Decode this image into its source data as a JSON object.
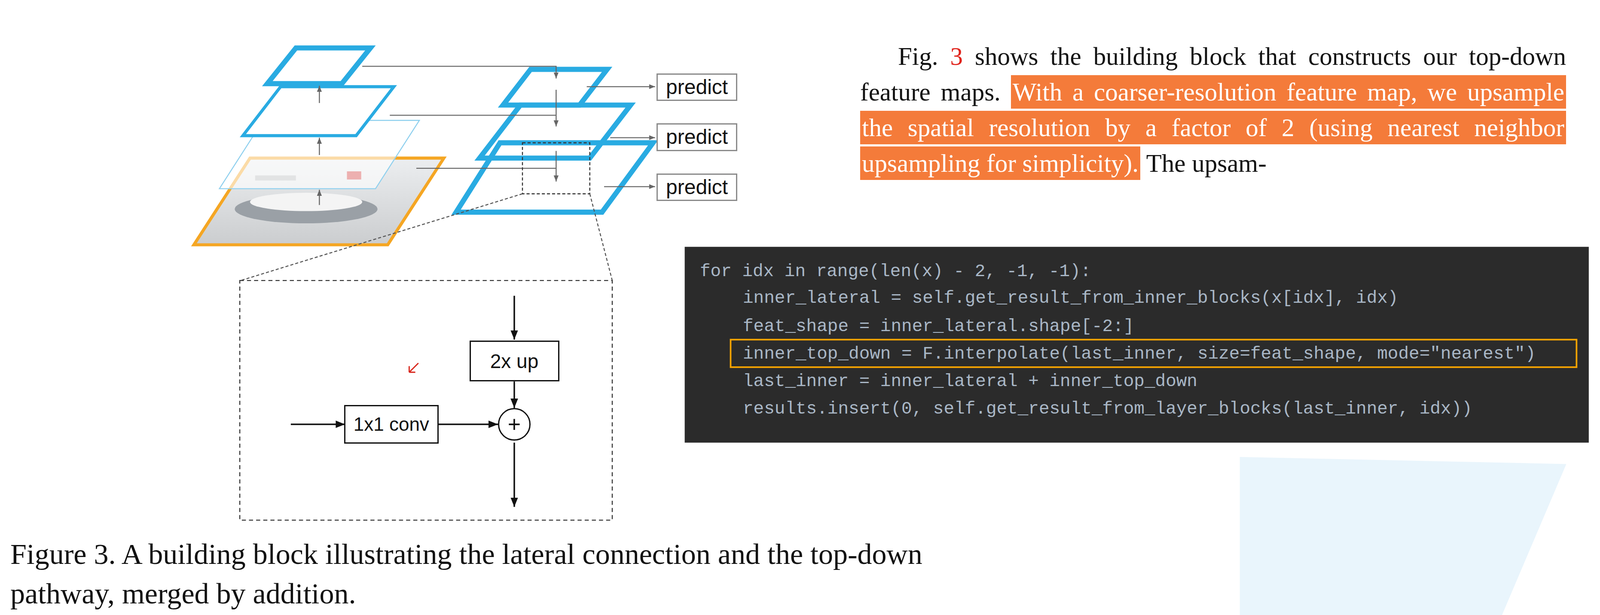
{
  "diagram": {
    "caption": "Figure 3. A building block illustrating the lateral connection and the top-down pathway, merged by addition.",
    "nodes": [
      {
        "text": [
          "predict"
        ]
      },
      {
        "text": [
          "predict"
        ]
      },
      {
        "text": [
          "predict"
        ]
      },
      {
        "text": [
          "2x up"
        ]
      },
      {
        "text": [
          "1x1 conv"
        ]
      },
      {
        "text": [
          "+"
        ]
      }
    ],
    "edges": [
      {
        "from": 3,
        "to": 5,
        "arrow": "to"
      },
      {
        "from": 4,
        "to": 5,
        "arrow": "to"
      }
    ],
    "labels": [
      "Fig.",
      "3",
      "shows the building block that constructs our top-down feature maps.",
      "With a coarser-resolution feature map, we upsample the spatial resolution by a factor of 2 (using nearest neighbor upsampling for simplicity).",
      "The upsam-",
      "for idx in range(len(x) - 2, -1, -1):",
      "inner_lateral = self.get_result_from_inner_blocks(x[idx], idx)",
      "feat_shape = inner_lateral.shape[-2:]",
      "inner_top_down = F.interpolate(last_inner, size=feat_shape, mode=\"nearest\")",
      "last_inner = inner_lateral + inner_top_down",
      "results.insert(0, self.get_result_from_layer_blocks(last_inner, idx))"
    ]
  }
}
